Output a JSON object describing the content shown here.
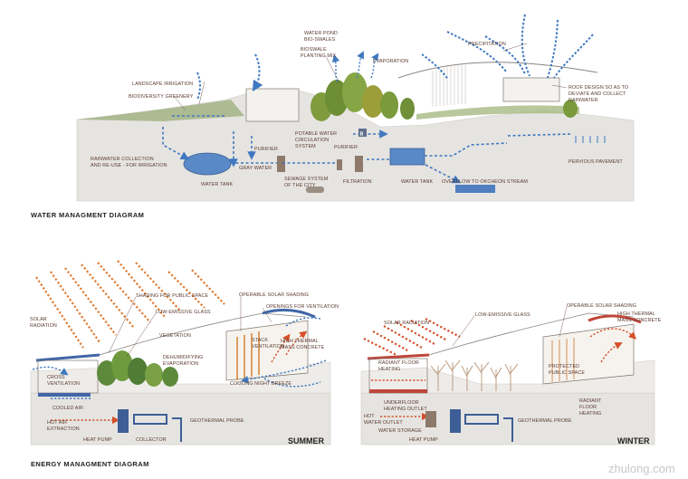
{
  "water": {
    "title": "WATER  MANAGMENT DIAGRAM",
    "labels": {
      "landscape_irrigation": "LANDSCAPE IRRIGATION",
      "biodiversity": "BIODIVERSITY GREENERY",
      "pond": "WATER POND",
      "bioswales": "BIO-SWALES",
      "bioswale_mix_1": "BIOSWALE",
      "bioswale_mix_2": "PLANTING MIX",
      "evaporation": "EVAPORATION",
      "precipitation": "PRECIPITATION",
      "roof_1": "ROOF DESIGN SO AS TO",
      "roof_2": "DEVIATE AND COLLECT",
      "roof_3": "RAINWATER",
      "potable_1": "POTABLE WATER",
      "potable_2": "CIRCULATION",
      "potable_3": "SYSTEM",
      "purifier_1": "PURIFIER",
      "purifier_2": "PURIFIER",
      "rain_1": "RAINWATER COLLECTION",
      "rain_2": "AND RE-USE - FOR IRRIGATION",
      "gray": "GRAY WATER",
      "tank_1": "WATER TANK",
      "sewage_1": "SEWAGE SYSTEM",
      "sewage_2": "OF THE CITY",
      "filtration": "FILTRATION",
      "tank_2": "WATER TANK",
      "overflow": "OVERFLOW TO OKCHEON STREAM",
      "pervious": "PERVIOUS PAVEMENT",
      "b_marker": "B"
    }
  },
  "energy": {
    "title": "ENERGY MANAGMENT DIAGRAM",
    "summer": {
      "season": "SUMMER",
      "labels": {
        "solar_1": "SOLAR",
        "solar_2": "RADIATION",
        "shading": "SHADING FOR PUBLIC SPACE",
        "operable": "OPERABLE SOLAR SHADING",
        "openings": "OPENINGS FOR VENTILATION",
        "low_e": "LOW-EMISSIVE GLASS",
        "vegetation": "VEGETATION",
        "stack_1": "STACK",
        "stack_2": "VENTILATION",
        "mass_1": "HIGH THERMAL",
        "mass_2": "MASS CONCRETE",
        "dehum_1": "DEHUMIDIFYING",
        "dehum_2": "EVAPORATION",
        "cross_1": "CROSS",
        "cross_2": "VENTILATION",
        "breeze": "COOLING NIGHT BREEZE",
        "cooled": "COOLED AIR",
        "hot_1": "HOT AIR",
        "hot_2": "EXTRACTION",
        "probe": "GEOTHERMAL PROBE",
        "pump": "HEAT PUMP",
        "collector": "COLLECTOR"
      }
    },
    "winter": {
      "season": "WINTER",
      "labels": {
        "solar": "SOLAR RADIATION",
        "low_e": "LOW-EMISSIVE GLASS",
        "operable": "OPERABLE SOLAR SHADING",
        "mass_1": "HIGH THERMAL",
        "mass_2": "MASS CONCRETE",
        "radiant_1": "RADIANT FLOOR",
        "radiant_2": "HEATING",
        "protected_1": "PROTECTED",
        "protected_2": "PUBLIC SPACE",
        "radiant_r1": "RADIANT",
        "radiant_r2": "FLOOR",
        "radiant_r3": "HEATING",
        "underfloor_1": "UNDERFLOOR",
        "underfloor_2": "HEATING OUTLET",
        "hotwater_1": "HOT",
        "hotwater_2": "WATER OUTLET",
        "storage": "WATER STORAGE",
        "pump": "HEAT PUMP",
        "probe": "GEOTHERMAL PROBE"
      }
    }
  },
  "watermark": "zhulong.com"
}
